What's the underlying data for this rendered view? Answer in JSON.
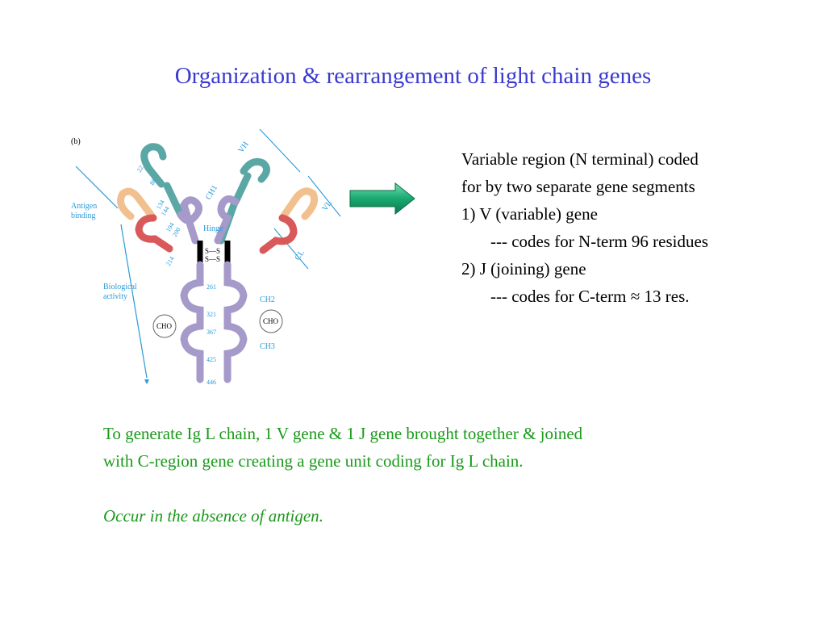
{
  "slide": {
    "title": "Organization & rearrangement of light chain genes"
  },
  "figure": {
    "panel_label": "(b)",
    "side_labels": {
      "antigen_binding_1": "Antigen",
      "antigen_binding_2": "binding",
      "biological_activity_1": "Biological",
      "biological_activity_2": "activity"
    },
    "domain_labels": {
      "vh": "VH",
      "vl": "VL",
      "ch1": "CH1",
      "cl": "CL",
      "hinge": "Hinge",
      "ch2": "CH2",
      "ch3": "CH3",
      "cho_left": "CHO",
      "cho_right": "CHO"
    },
    "residue_numbers": {
      "r22": "22",
      "r88": "88",
      "r134": "134",
      "r144": "144",
      "r194": "194",
      "r200": "200",
      "r214": "214",
      "r261": "261",
      "r321": "321",
      "r367": "367",
      "r425": "425",
      "r446": "446"
    },
    "colors": {
      "heavy_variable": "#5aa8a6",
      "heavy_constant": "#a59ac9",
      "light_variable": "#f2c08f",
      "light_constant": "#d9595a",
      "hinge": "#000000",
      "annotation": "#2a9ad8"
    }
  },
  "arrow": {
    "icon": "right-arrow-icon",
    "color": "#1aa870"
  },
  "description": {
    "line1": "Variable region (N terminal) coded",
    "line2": "for by two separate gene segments",
    "line3": "1) V (variable) gene",
    "line4": "--- codes for N-term 96 residues",
    "line5": "2) J (joining) gene",
    "line6": "--- codes for C-term  ≈ 13 res."
  },
  "bottom": {
    "line1": "To generate Ig L chain, 1 V gene & 1 J gene brought together & joined",
    "line2": "with C-region gene creating a gene unit coding for Ig L chain.",
    "note": "Occur in the absence of antigen."
  }
}
